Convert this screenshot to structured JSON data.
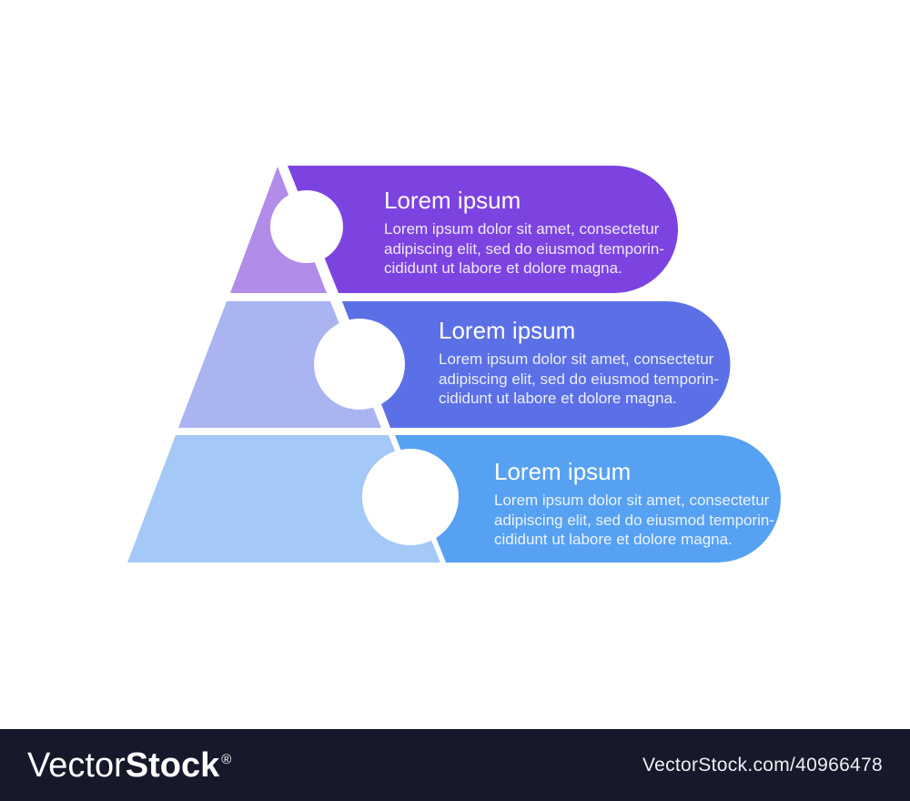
{
  "infographic": {
    "type": "pyramid-3-level",
    "cards": [
      {
        "title": "Lorem ipsum",
        "body_lines": [
          "Lorem ipsum dolor sit amet, consectetur",
          "adipiscing elit, sed do eiusmod temporin-",
          "cididunt ut labore et dolore magna."
        ],
        "banner_color": "#7c43e1",
        "pyramid_color": "#b28ce9",
        "circle_color": "#ffffff"
      },
      {
        "title": "Lorem ipsum",
        "body_lines": [
          "Lorem ipsum dolor sit amet, consectetur",
          "adipiscing elit, sed do eiusmod temporin-",
          "cididunt ut labore et dolore magna."
        ],
        "banner_color": "#5b70e6",
        "pyramid_color": "#a9b4f1",
        "circle_color": "#ffffff"
      },
      {
        "title": "Lorem ipsum",
        "body_lines": [
          "Lorem ipsum dolor sit amet, consectetur",
          "adipiscing elit, sed do eiusmod temporin-",
          "cididunt ut labore et dolore magna."
        ],
        "banner_color": "#57a1f2",
        "pyramid_color": "#a5c9f6",
        "circle_color": "#ffffff"
      }
    ]
  },
  "watermark": {
    "brand_light": "Vector",
    "brand_bold": "Stock",
    "registered_mark": "®",
    "url_text": "VectorStock.com/40966478",
    "bar_color": "#171829"
  }
}
